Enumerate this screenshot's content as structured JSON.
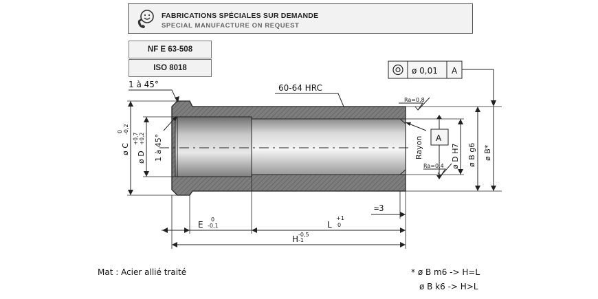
{
  "banner": {
    "line_fr": "FABRICATIONS SPÉCIALES SUR DEMANDE",
    "line_en": "SPECIAL MANUFACTURE ON REQUEST",
    "icon": "phone-smile-icon"
  },
  "standards": [
    "NF E 63-508",
    "ISO 8018"
  ],
  "tolerance_frame": {
    "symbol": "concentricity-icon",
    "value": "ø 0,01",
    "datum": "A"
  },
  "labels": {
    "chamfer_top": "1 à 45°",
    "chamfer_side": "1 à 45°",
    "hardness": "60-64 HRC",
    "ra_outer": "Ra=0,8",
    "ra_inner": "Ra=0,4",
    "rayon": "Rayon",
    "datum_box": "A",
    "dia_c": "ø C",
    "dia_c_tol": "-0,2",
    "dia_c_tol_up": "0",
    "dia_d_left": "ø D",
    "dia_d_tol_up": "+0,7",
    "dia_d_tol_lo": "+0,2",
    "dia_d_h7": "ø D H7",
    "dia_b_g6": "ø B g6",
    "dia_b_star": "ø B*",
    "approx3": "≃3",
    "dim_e": "E",
    "dim_e_tol_up": "0",
    "dim_e_tol_lo": "-0,1",
    "dim_l": "L",
    "dim_l_tol_up": "+1",
    "dim_l_tol_lo": "0",
    "dim_h": "H",
    "dim_h_tol_up": "-0,5",
    "dim_h_tol_lo": "-1"
  },
  "material": "Mat : Acier allié traité",
  "notes": [
    "* ø B m6 -> H=L",
    "ø B k6 -> H>L"
  ]
}
